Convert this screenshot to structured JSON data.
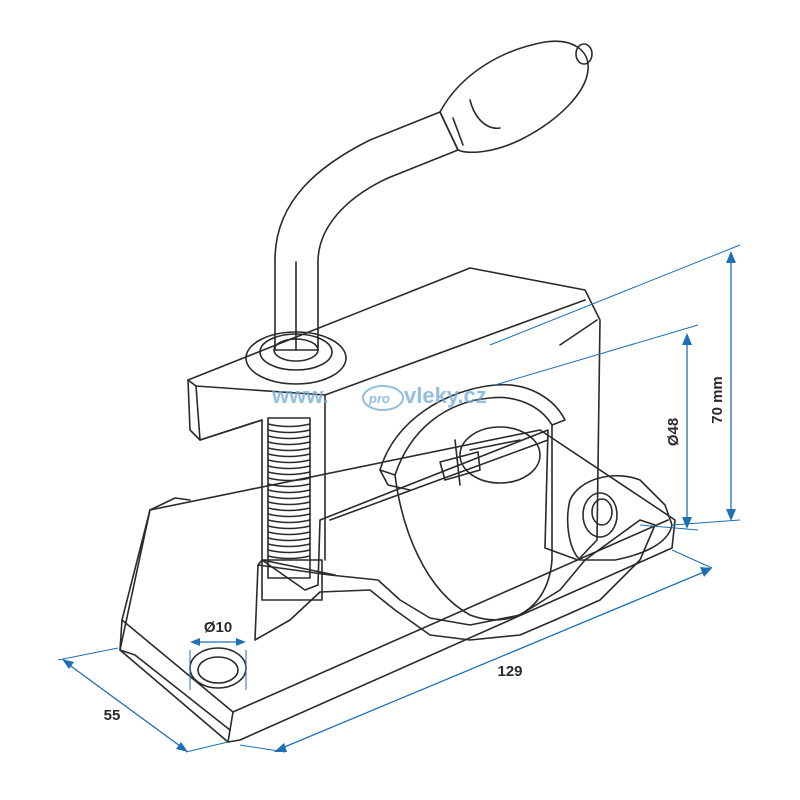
{
  "dimensions": {
    "bore": "Ø10",
    "width": "55",
    "length": "129",
    "tube_diameter": "Ø48",
    "height": "70 mm"
  },
  "watermark": {
    "prefix": "www.",
    "pro": "pro",
    "suffix": "vleky.cz"
  },
  "colors": {
    "dimension": "#1e6fb4",
    "outline": "#2a2a2a",
    "watermark": "#6fa9d6"
  }
}
